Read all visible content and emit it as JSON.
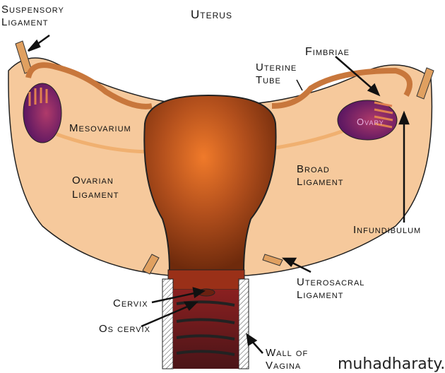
{
  "title": "Uterus",
  "labels": {
    "suspensory_ligament": [
      "Suspensory",
      "Ligament"
    ],
    "fimbriae": "Fimbriae",
    "uterine_tube": [
      "Uterine",
      "Tube"
    ],
    "mesovarium": "Mesovarium",
    "ovary": "Ovary",
    "ovarian_ligament": [
      "Ovarian",
      "Ligament"
    ],
    "broad_ligament": [
      "Broad",
      "Ligament"
    ],
    "infundibulum": "Infundibulum",
    "uterosacral_ligament": [
      "Uterosacral",
      "Ligament"
    ],
    "cervix": "Cervix",
    "os_cervix": "Os cervix",
    "wall_of_vagina": [
      "Wall of",
      "Vagina"
    ]
  },
  "watermark": "muhadharaty.com",
  "colors": {
    "ligament": "#f6c99c",
    "uterus": "#b0501e",
    "tube": "#c8773c",
    "ovary": "#6a1e6e"
  }
}
